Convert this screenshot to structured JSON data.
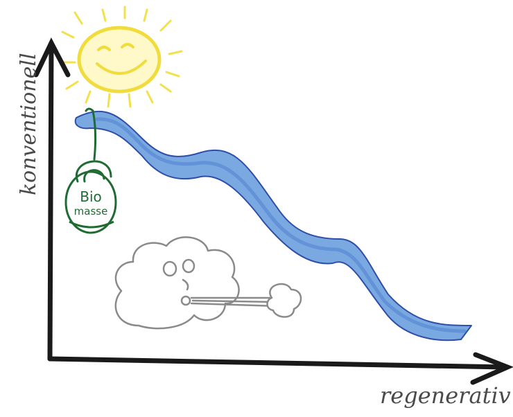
{
  "diagram": {
    "axes": {
      "y_label": "konventionell",
      "x_label": "regenerativ"
    },
    "kettlebell": {
      "line1": "Bio",
      "line2": "masse",
      "color": "#1f6b33"
    },
    "colors": {
      "axis": "#1a1a1a",
      "sun": "#f2e14c",
      "river_fill": "#6a9ddb",
      "river_edge": "#2e4fa8",
      "cloud": "#8a8a8a"
    }
  }
}
